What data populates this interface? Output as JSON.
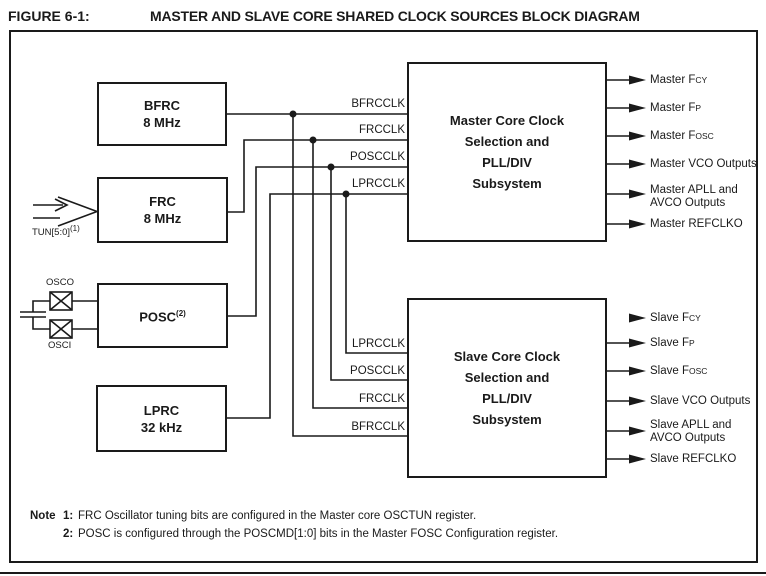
{
  "figure": {
    "label": "FIGURE 6-1:",
    "title": "MASTER AND SLAVE CORE SHARED CLOCK SOURCES BLOCK DIAGRAM"
  },
  "colors": {
    "ink": "#1a1a1a",
    "background": "#ffffff"
  },
  "source_blocks": [
    {
      "id": "bfrc",
      "line1": "BFRC",
      "line2": "8 MHz"
    },
    {
      "id": "frc",
      "line1": "FRC",
      "line2": "8 MHz"
    },
    {
      "id": "posc",
      "line1": "POSC",
      "sup": "(2)"
    },
    {
      "id": "lprc",
      "line1": "LPRC",
      "line2": "32 kHz"
    }
  ],
  "core_blocks": {
    "master": {
      "line1": "Master Core Clock",
      "line2": "Selection and",
      "line3": "PLL/DIV",
      "line4": "Subsystem"
    },
    "slave": {
      "line1": "Slave Core Clock",
      "line2": "Selection and",
      "line3": "PLL/DIV",
      "line4": "Subsystem"
    }
  },
  "master_inputs": [
    "BFRCCLK",
    "FRCCLK",
    "POSCCLK",
    "LPRCCLK"
  ],
  "slave_inputs": [
    "LPRCCLK",
    "POSCCLK",
    "FRCCLK",
    "BFRCCLK"
  ],
  "master_outputs": [
    {
      "label": "Master F",
      "sub": "CY",
      "label2": ""
    },
    {
      "label": "Master F",
      "sub": "P",
      "label2": ""
    },
    {
      "label": "Master F",
      "sub": "OSC",
      "label2": ""
    },
    {
      "label": "Master VCO Outputs",
      "sub": "",
      "label2": ""
    },
    {
      "label": "Master APLL and",
      "sub": "",
      "label2": "AVCO Outputs"
    },
    {
      "label": "Master REFCLKO",
      "sub": "",
      "label2": ""
    }
  ],
  "slave_outputs": [
    {
      "label": "Slave F",
      "sub": "CY",
      "label2": ""
    },
    {
      "label": "Slave F",
      "sub": "P",
      "label2": ""
    },
    {
      "label": "Slave F",
      "sub": "OSC",
      "label2": ""
    },
    {
      "label": "Slave VCO Outputs",
      "sub": "",
      "label2": ""
    },
    {
      "label": "Slave APLL and",
      "sub": "",
      "label2": "AVCO Outputs"
    },
    {
      "label": "Slave REFCLKO",
      "sub": "",
      "label2": ""
    }
  ],
  "pins": {
    "osco": "OSCO",
    "osci": "OSCI",
    "tun": "TUN[5:0]",
    "tun_sup": "(1)"
  },
  "notes": {
    "word": "Note",
    "items": [
      {
        "num": "1:",
        "text": "FRC Oscillator tuning bits are configured in the Master core OSCTUN register."
      },
      {
        "num": "2:",
        "text": "POSC is configured through the POSCMD[1:0] bits in the Master FOSC Configuration register."
      }
    ]
  }
}
